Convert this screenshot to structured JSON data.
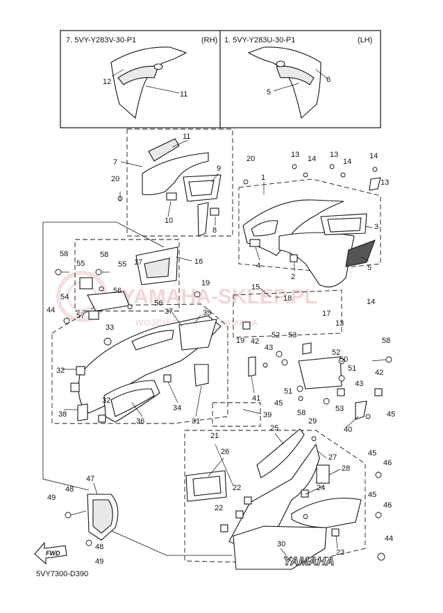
{
  "inset": {
    "left_code": "7. 5VY-Y283V-30-P1",
    "left_side": "(RH)",
    "right_code": "1. 5VY-Y283U-30-P1",
    "right_side": "(LH)"
  },
  "callouts": {
    "c12": "12",
    "c11a": "11",
    "c5a": "5",
    "c6": "6",
    "c11": "11",
    "c7": "7",
    "c9": "9",
    "c20a": "20",
    "c10": "10",
    "c8": "8",
    "c20b": "20",
    "c1": "1",
    "c13a": "13",
    "c14a": "14",
    "c13b": "13",
    "c14b": "14",
    "c14c": "14",
    "c13c": "13",
    "c3": "3",
    "c4": "4",
    "c2": "2",
    "c5": "5",
    "c58a": "58",
    "c55a": "55",
    "c58b": "58",
    "c55b": "55",
    "c17a": "17",
    "c16": "16",
    "c54": "54",
    "c56a": "56",
    "c56b": "56",
    "c19a": "19",
    "c44": "44",
    "c57": "57",
    "c33": "33",
    "c37": "37",
    "c35": "35",
    "c15": "15",
    "c18": "18",
    "c14d": "14",
    "c17b": "17",
    "c13d": "13",
    "c19b": "19",
    "c42a": "42",
    "c52a": "52",
    "c53a": "53",
    "c58c": "58",
    "c52b": "52",
    "c50": "50",
    "c43a": "43",
    "c51a": "51",
    "c32a": "32",
    "c38": "38",
    "c32b": "32",
    "c36": "36",
    "c34": "34",
    "c31": "31",
    "c39": "39",
    "c41": "41",
    "c51b": "51",
    "c45a": "45",
    "c58d": "58",
    "c53b": "53",
    "c43b": "43",
    "c42b": "42",
    "c45b": "45",
    "c40": "40",
    "c29": "29",
    "c21": "21",
    "c26": "26",
    "c25": "25",
    "c27": "27",
    "c28": "28",
    "c45c": "45",
    "c46a": "46",
    "c24": "24",
    "c45d": "45",
    "c46b": "46",
    "c22a": "22",
    "c22b": "22",
    "c47": "47",
    "c48a": "48",
    "c49a": "49",
    "c48b": "48",
    "c49b": "49",
    "c30": "30",
    "c23": "23",
    "c44b": "44"
  },
  "logo_text": "YAMAHA",
  "fwd_text": "FWD",
  "diagram_code": "5VY7300-D390",
  "watermark": {
    "main": "YAMAHA-SKLEP.PL",
    "sub": "WOJCIECHOWSKI YAMAHA"
  }
}
